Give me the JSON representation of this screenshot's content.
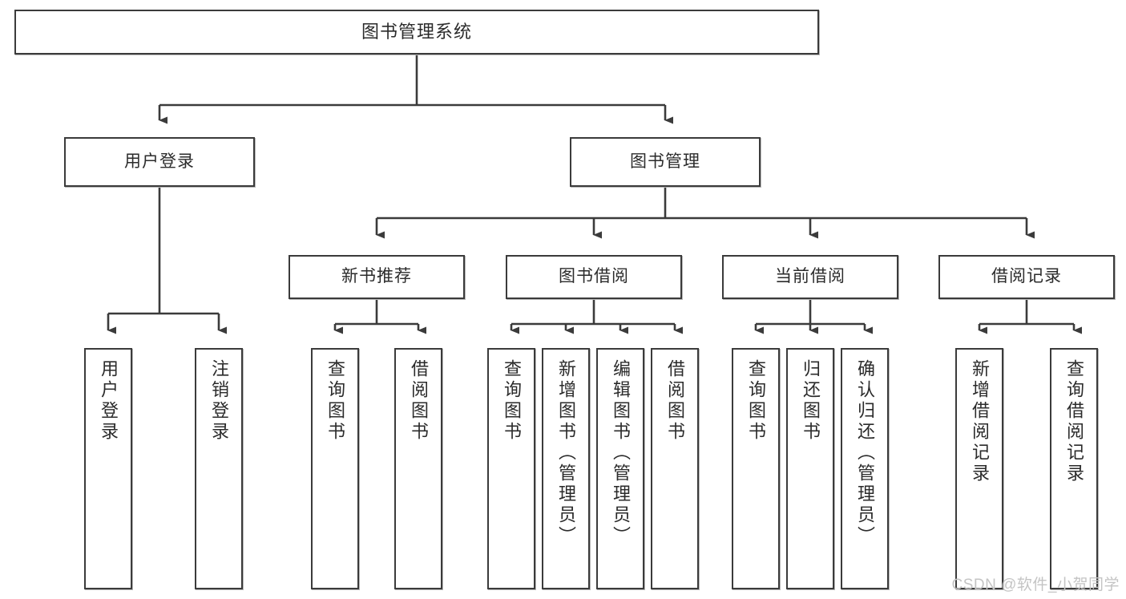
{
  "diagram": {
    "title": "图书管理系统",
    "type": "tree-structure-diagram",
    "edge_color": "#3b3b3b",
    "node_border_color": "#3b3b3b",
    "node_fill_color": "#ffffff",
    "text_color": "#2b2b2b"
  },
  "watermark": {
    "text": "CSDN @软件_小贺同学"
  },
  "nodes": {
    "root": {
      "label": "图书管理系统"
    },
    "level2": [
      {
        "label": "用户登录"
      },
      {
        "label": "图书管理"
      }
    ],
    "level3": [
      {
        "label": "新书推荐"
      },
      {
        "label": "图书借阅"
      },
      {
        "label": "当前借阅"
      },
      {
        "label": "借阅记录"
      }
    ],
    "leaves": {
      "user_login": [
        {
          "label": "用户登录"
        },
        {
          "label": "注销登录"
        }
      ],
      "new_book_recommend": [
        {
          "label": "查询图书"
        },
        {
          "label": "借阅图书"
        }
      ],
      "book_borrow": [
        {
          "label": "查询图书"
        },
        {
          "label": "新增图书（管理员）"
        },
        {
          "label": "编辑图书（管理员）"
        },
        {
          "label": "借阅图书"
        }
      ],
      "current_borrow": [
        {
          "label": "查询图书"
        },
        {
          "label": "归还图书"
        },
        {
          "label": "确认归还（管理员）"
        }
      ],
      "borrow_record": [
        {
          "label": "新增借阅记录"
        },
        {
          "label": "查询借阅记录"
        }
      ]
    }
  }
}
